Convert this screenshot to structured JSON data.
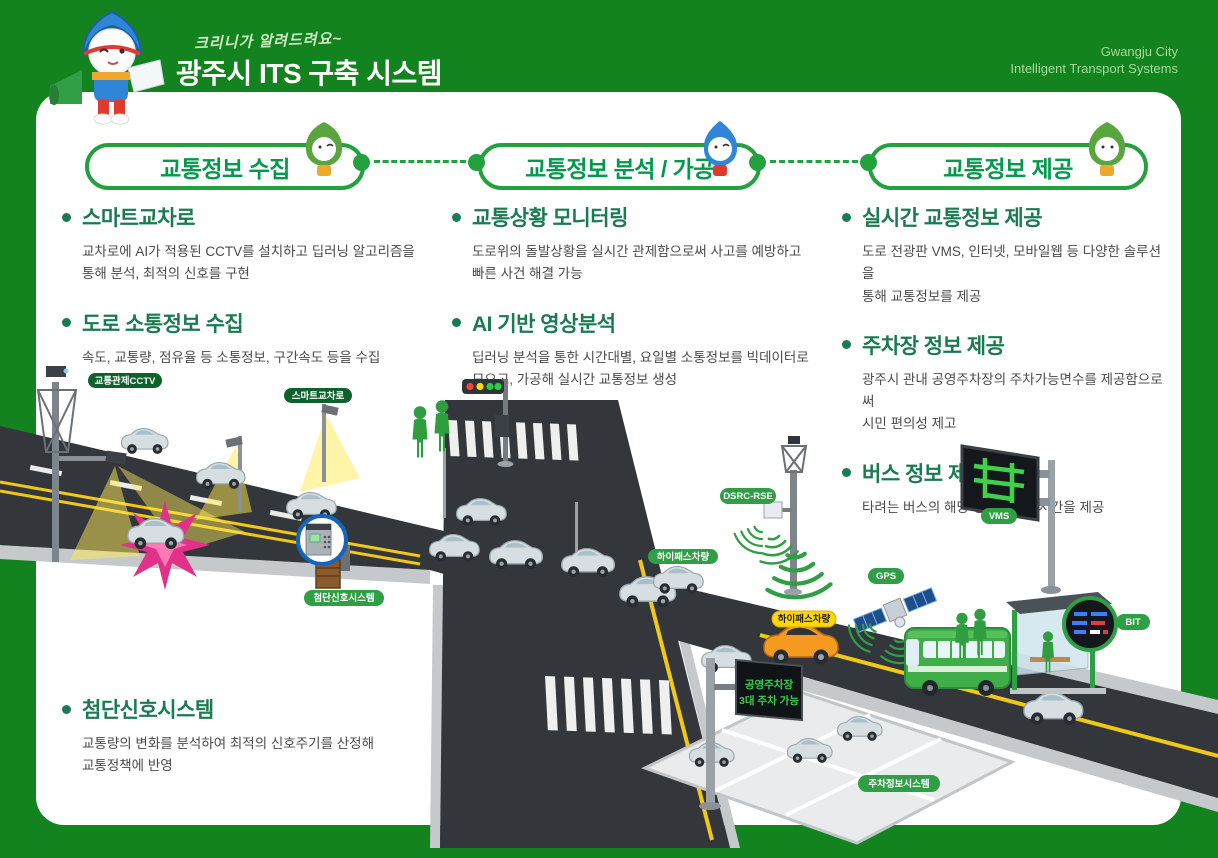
{
  "colors": {
    "background_green": "#13831f",
    "pill_border_green": "#23a13f",
    "pill_text_green": "#009a4c",
    "section_title_green": "#1a7a52",
    "label_green": "#2f9e44",
    "label_dark_green": "#0d622b",
    "highlight_yellow": "#ffd60a",
    "header_en_green": "#a9d89a",
    "crash_pink": "#e23189"
  },
  "header": {
    "speech": "크리니가 알려드려요~",
    "title": "광주시 ITS 구축 시스템",
    "en1": "Gwangju City",
    "en2": "Intelligent Transport Systems"
  },
  "pills": [
    {
      "label": "교통정보 수집"
    },
    {
      "label": "교통정보 분석 / 가공"
    },
    {
      "label": "교통정보 제공"
    }
  ],
  "sections": {
    "collect": {
      "items": [
        {
          "title": "스마트교차로",
          "desc": "교차로에 AI가 적용된 CCTV를 설치하고 딥러닝 알고리즘을\n통해 분석, 최적의 신호를 구현"
        },
        {
          "title": "도로 소통정보 수집",
          "desc": "속도, 교통량, 점유율 등 소통정보, 구간속도 등을 수집"
        }
      ]
    },
    "analyze": {
      "items": [
        {
          "title": "교통상황 모니터링",
          "desc": "도로위의 돌발상황을 실시간 관제함으로써 사고를 예방하고\n빠른 사건 해결 가능"
        },
        {
          "title": "AI 기반 영상분석",
          "desc": "딥러닝 분석을 통한 시간대별, 요일별 소통정보를 빅데이터로\n모으고, 가공해 실시간 교통정보 생성"
        }
      ]
    },
    "provide": {
      "items": [
        {
          "title": "실시간 교통정보 제공",
          "desc": "도로 전광판 VMS, 인터넷, 모바일웹 등 다양한 솔루션을\n통해 교통정보를 제공"
        },
        {
          "title": "주차장 정보 제공",
          "desc": "광주시 관내 공영주차장의 주차가능면수를 제공함으로써\n시민 편의성 제고"
        },
        {
          "title": "버스 정보 제공",
          "desc": "타려는 버스의 해당 정류장 도착시간을 제공"
        }
      ]
    }
  },
  "signal": {
    "title": "첨단신호시스템",
    "desc": "교통량의 변화를 분석하여 최적의 신호주기를 산정해\n교통정책에 반영"
  },
  "labels": {
    "cctv": "교통관제CCTV",
    "smart": "스마트교차로",
    "signal": "첨단신호시스템",
    "dsrc": "DSRC-RSE",
    "hipass_a": "하이패스차량",
    "hipass_b": "하이패스차량",
    "gps": "GPS",
    "vms": "VMS",
    "bit": "BIT",
    "parking_system": "주차정보시스템",
    "sign_line1": "공영주차장",
    "sign_line2": "3대 주차 가능"
  }
}
